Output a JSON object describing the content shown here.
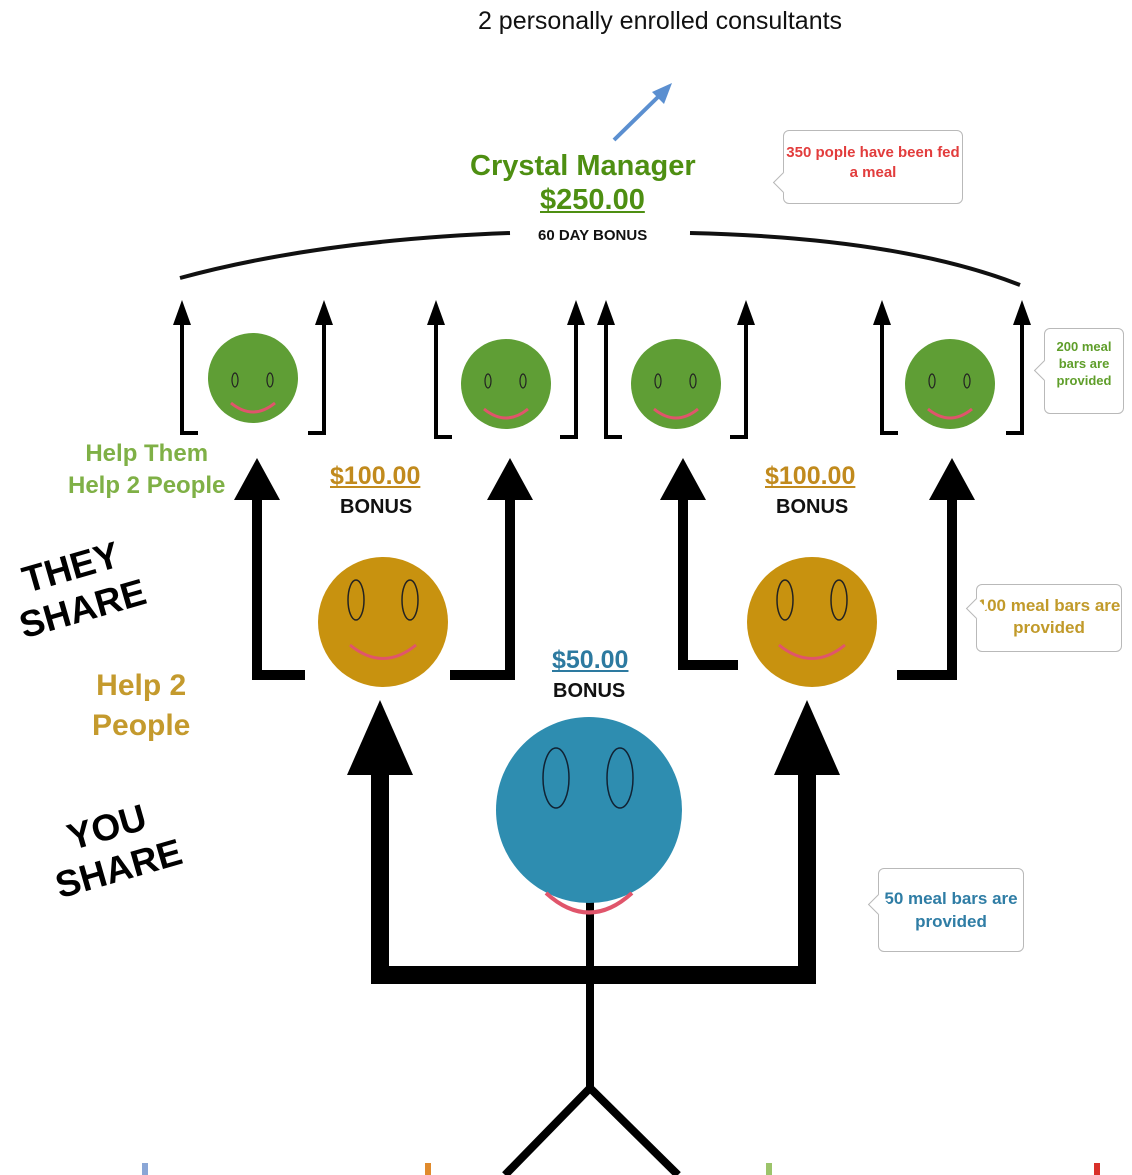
{
  "top_note": "2 personally enrolled consultants",
  "crystal": {
    "title": "Crystal Manager",
    "amount": "$250.00",
    "bonus_label": "60 DAY BONUS"
  },
  "level2_bonus": {
    "amount": "$100.00",
    "label": "BONUS"
  },
  "level1_bonus": {
    "amount": "$50.00",
    "label": "BONUS"
  },
  "side_labels": {
    "help_them": "Help Them\nHelp 2 People",
    "help_two": "Help 2\nPeople",
    "they_share": "THEY\nSHARE",
    "you_share": "YOU\nSHARE"
  },
  "callouts": {
    "fed": "350 pople have been fed a meal",
    "bars_200": "200 meal bars are provided",
    "bars_100": "100 meal bars are provided",
    "bars_50": "50 meal bars are provided"
  },
  "colors": {
    "you_face": "#2e8db0",
    "they_face": "#c8920f",
    "level3_face": "#5f9e35",
    "smile": "#e0556b",
    "crystal_green": "#4e8f12",
    "arrow_blue": "#5b8fd0"
  }
}
